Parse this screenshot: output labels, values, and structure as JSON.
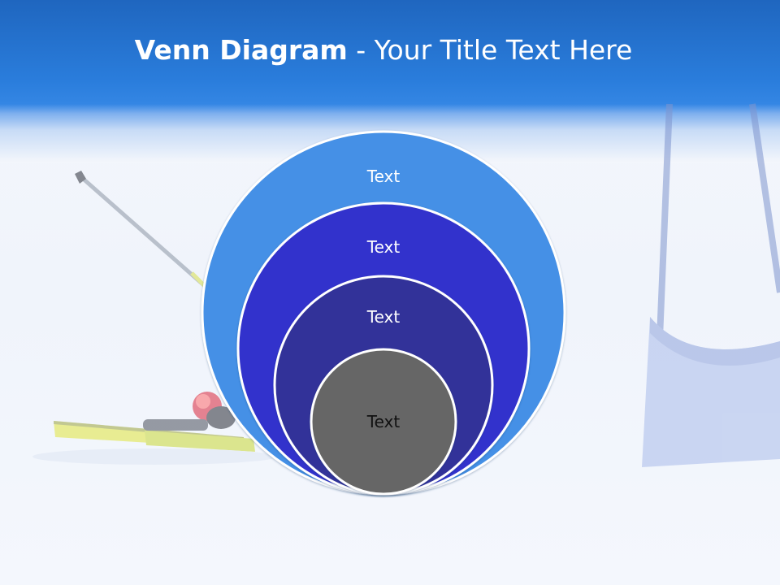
{
  "title": {
    "strong": "Venn Diagram",
    "rest": " - Your Title Text Here"
  },
  "colors": {
    "header_top": "#1f66bf",
    "header_bottom": "#3486e4",
    "ring_1": "#4590e6",
    "ring_2": "#3333cc",
    "ring_3": "#333399",
    "ring_4": "#666666",
    "ring_outline": "#ffffff"
  },
  "rings": [
    {
      "label": "Text"
    },
    {
      "label": "Text"
    },
    {
      "label": "Text"
    },
    {
      "label": "Text"
    }
  ]
}
